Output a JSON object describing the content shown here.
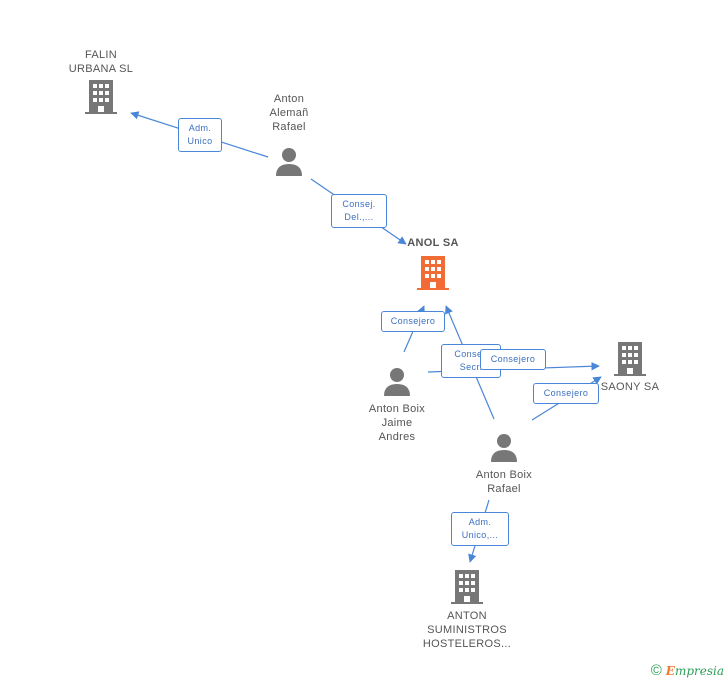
{
  "nodes": {
    "falin": "FALIN\nURBANA SL",
    "anton_aleman": "Anton\nAlemañ\nRafael",
    "anol": "ANOL SA",
    "saony": "SAONY SA",
    "anton_boix_jaime": "Anton Boix\nJaime\nAndres",
    "anton_boix_rafael": "Anton Boix\nRafael",
    "anton_suministros": "ANTON\nSUMINISTROS\nHOSTELEROS..."
  },
  "edges": {
    "e1": "Adm.\nUnico",
    "e2": "Consej.\nDel.,...",
    "e3": "Consejero",
    "e4": "Consej.\nSecr.",
    "e5": "Consejero",
    "e6": "Consejero",
    "e7": "Adm.\nUnico,..."
  },
  "footer": {
    "copyright": "©",
    "brand_first": "E",
    "brand_rest": "mpresia"
  },
  "colors": {
    "edge": "#4a86d8",
    "company": "#777777",
    "focus_company": "#f26b35",
    "person": "#777777"
  },
  "icons": {
    "company": "building-icon",
    "person": "person-icon"
  }
}
